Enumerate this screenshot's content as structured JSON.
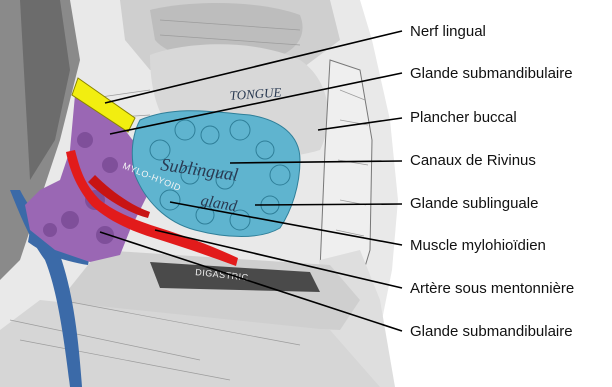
{
  "labels": [
    "Nerf lingual",
    "Glande submandibulaire",
    "Plancher buccal",
    "Canaux de Rivinus",
    "Glande sublinguale",
    "Muscle mylohioïdien",
    "Artère sous mentonnière",
    "Glande submandibulaire"
  ],
  "engraving_text": {
    "tongue": "TONGUE",
    "sublingual_1": "Sublingual",
    "sublingual_2": "gland",
    "mylohyoid": "MYLO-HYOID",
    "digastric": "DIGASTRIC"
  },
  "colors": {
    "sublingual_gland": "#5fb4cf",
    "submandibular_gland": "#9a67b4",
    "lingual_nerve": "#f2ee10",
    "submental_artery": "#e21b1b",
    "vein": "#3b6aa8",
    "leader_line": "#000000"
  }
}
